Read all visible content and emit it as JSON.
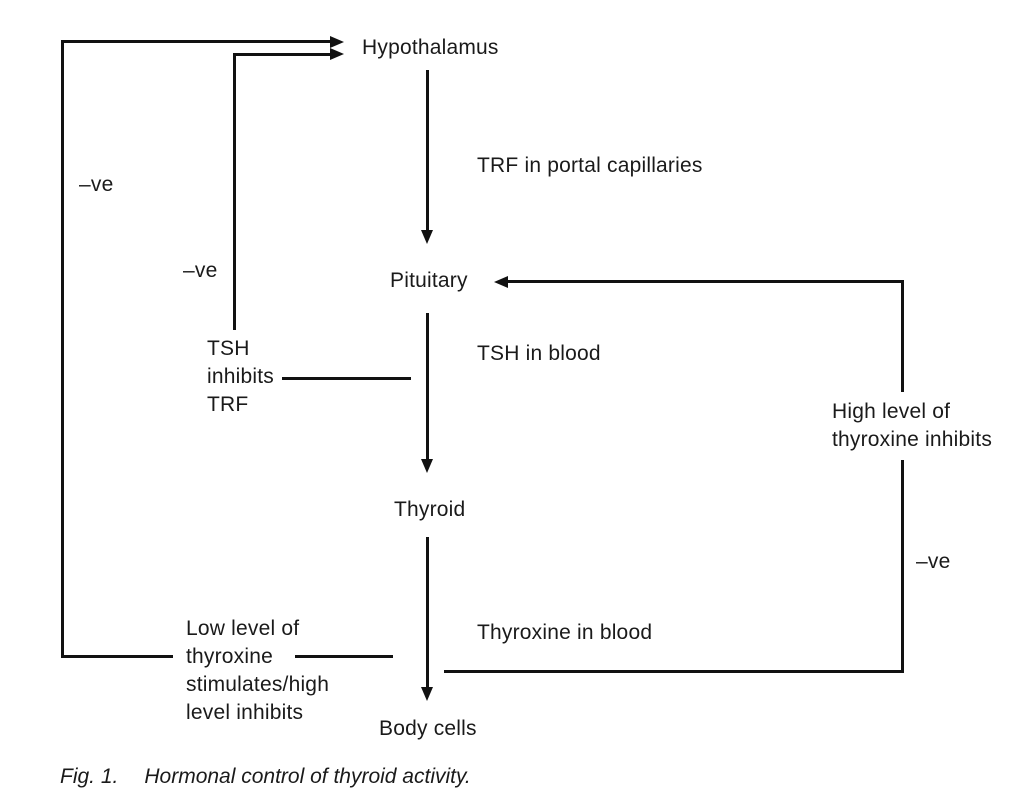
{
  "diagram": {
    "nodes": {
      "hypothalamus": "Hypothalamus",
      "pituitary": "Pituitary",
      "thyroid": "Thyroid",
      "body_cells": "Body cells"
    },
    "flow_labels": {
      "trf": "TRF in portal capillaries",
      "tsh": "TSH in blood",
      "thyroxine": "Thyroxine in blood"
    },
    "feedback_labels": {
      "tsh_inhibits": "TSH\ninhibits\nTRF",
      "low_level": "Low level of\nthyroxine\nstimulates/high\nlevel inhibits",
      "high_level": "High level of\nthyroxine inhibits",
      "neg_outer": "–ve",
      "neg_inner": "–ve",
      "neg_right": "–ve"
    }
  },
  "caption": {
    "figure": "Fig. 1.",
    "title": "Hormonal control of thyroid activity."
  },
  "colors": {
    "line": "#111111",
    "text": "#1a1a1a",
    "bg": "#ffffff"
  }
}
